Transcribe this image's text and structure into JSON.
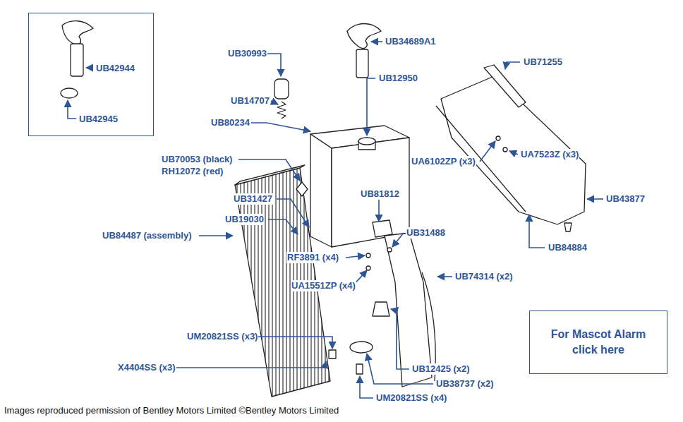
{
  "diagram": {
    "nodes": [
      {
        "text": [
          "UB42944",
          "UB42945"
        ]
      },
      {
        "text": [
          "For Mascot Alarm click here"
        ]
      }
    ],
    "labels": [
      "UB34689A1",
      "UB30993",
      "UB12950",
      "UB71255",
      "UB14707",
      "UB80234",
      "UB70053 (black)",
      "RH12072 (red)",
      "UA6102ZP (x3)",
      "UA7523Z (x3)",
      "UB31427",
      "UB81812",
      "UB43877",
      "UB19030",
      "UB84487 (assembly)",
      "UB31488",
      "RF3891 (x4)",
      "UB84884",
      "UA1551ZP (x4)",
      "UB74314 (x2)",
      "UM20821SS (x3)",
      "UB12425 (x2)",
      "X4404SS (x3)",
      "UB38737 (x2)",
      "UM20821SS (x4)",
      "Images reproduced permission of Bentley Motors Limited ©Bentley Motors Limited"
    ]
  }
}
